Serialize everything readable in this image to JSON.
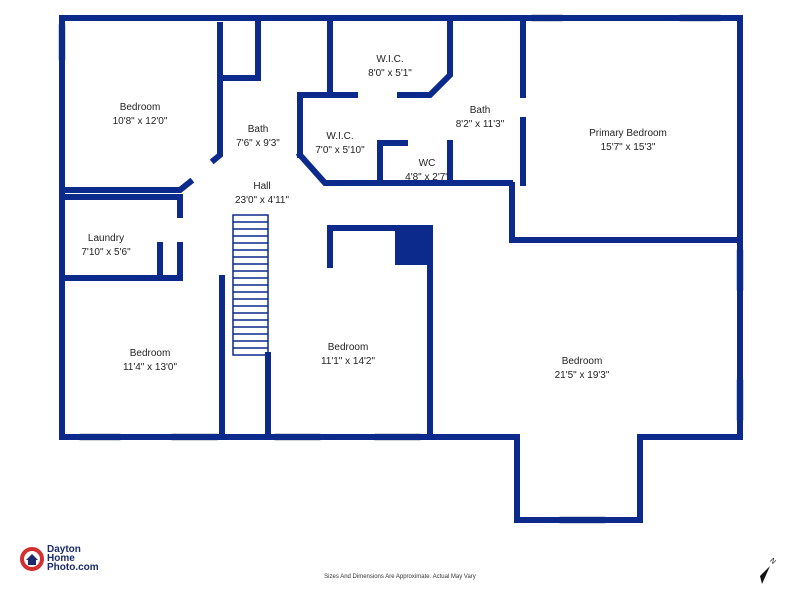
{
  "rooms": [
    {
      "name": "Bedroom",
      "size": "10'8\" x 12'0\""
    },
    {
      "name": "Bath",
      "size": "7'6\" x 9'3\""
    },
    {
      "name": "W.I.C.",
      "size": "8'0\" x 5'1\""
    },
    {
      "name": "W.I.C.",
      "size": "7'0\" x 5'10\""
    },
    {
      "name": "Bath",
      "size": "8'2\" x 11'3\""
    },
    {
      "name": "WC",
      "size": "4'8\" x 2'7\""
    },
    {
      "name": "Primary Bedroom",
      "size": "15'7\" x 15'3\""
    },
    {
      "name": "Hall",
      "size": "23'0\" x 4'11\""
    },
    {
      "name": "Laundry",
      "size": "7'10\" x 5'6\""
    },
    {
      "name": "Bedroom",
      "size": "11'4\" x 13'0\""
    },
    {
      "name": "Bedroom",
      "size": "11'1\" x 14'2\""
    },
    {
      "name": "Bedroom",
      "size": "21'5\" x 19'3\""
    }
  ],
  "logo": {
    "line1": "Dayton",
    "line2": "Home",
    "line3": "Photo.com"
  },
  "disclaimer": "Sizes And Dimensions Are Approximate. Actual May Vary",
  "compass": {
    "label": "N"
  },
  "colors": {
    "wall": "#0b2a8c",
    "logo_red": "#d32f2f",
    "logo_blue": "#1a2a6c"
  }
}
